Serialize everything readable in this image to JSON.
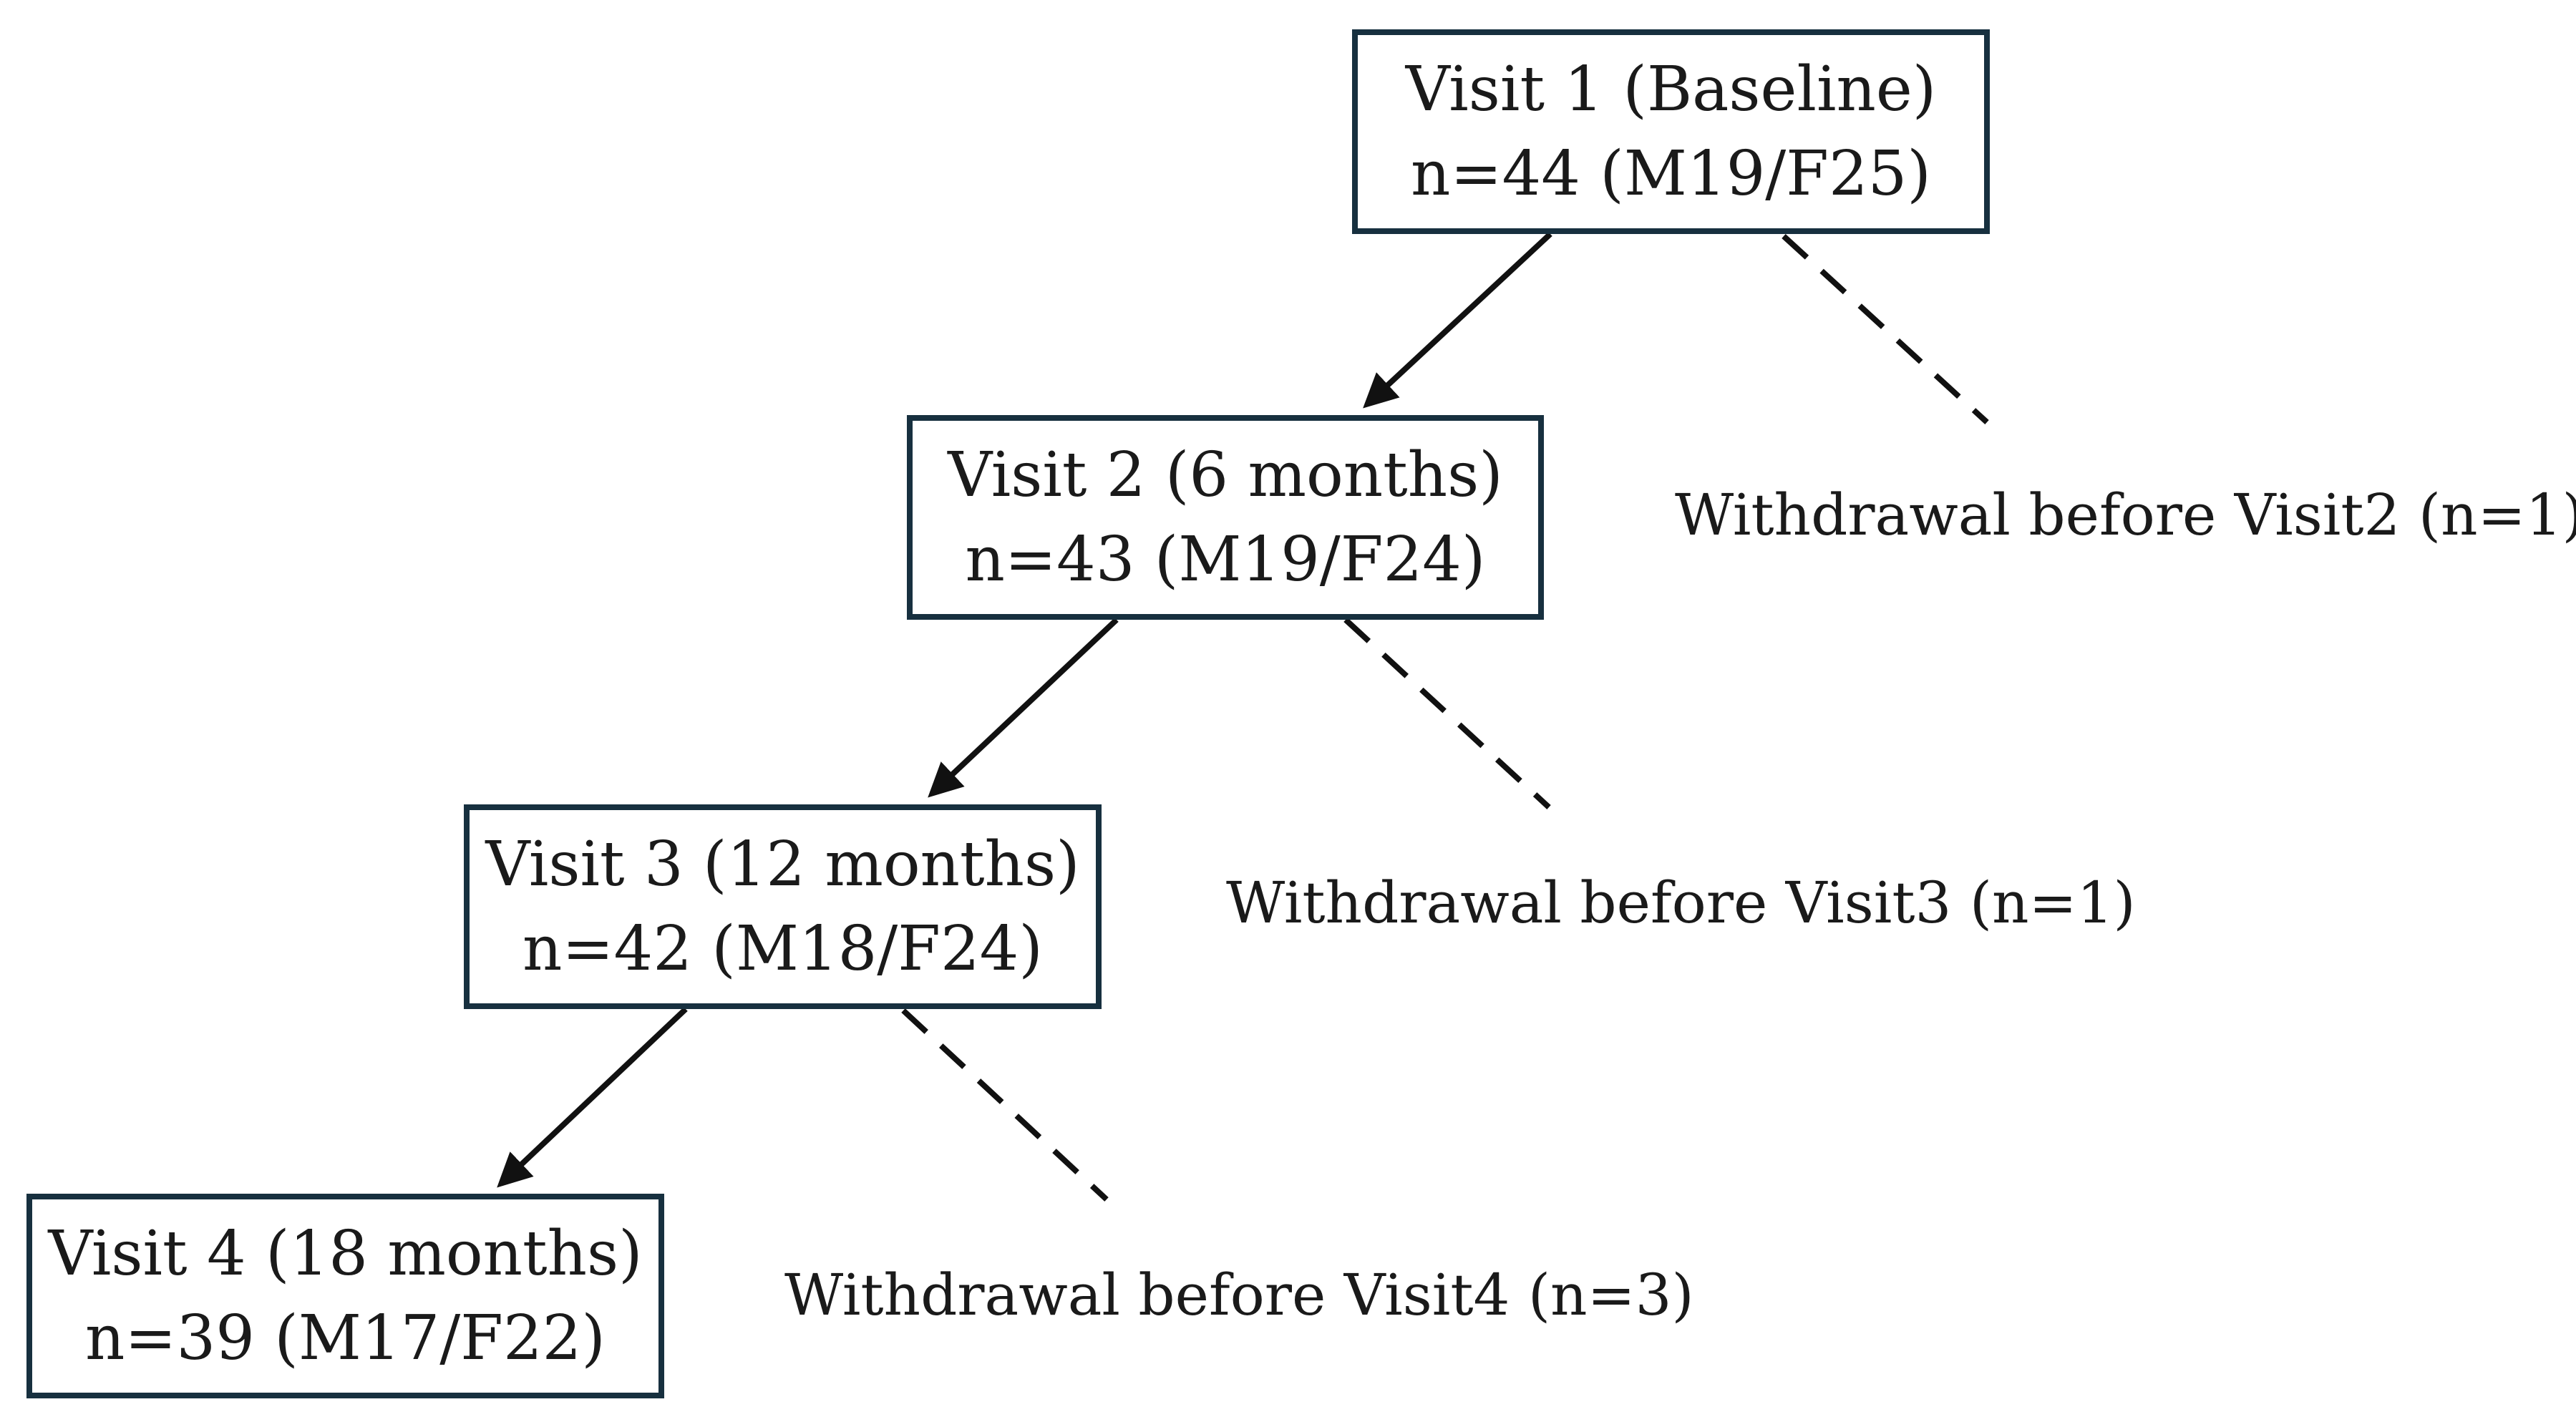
{
  "visits": [
    {
      "title": "Visit 1 (Baseline)",
      "count": "n=44 (M19/F25)"
    },
    {
      "title": "Visit 2 (6 months)",
      "count": "n=43 (M19/F24)"
    },
    {
      "title": "Visit 3 (12 months)",
      "count": "n=42 (M18/F24)"
    },
    {
      "title": "Visit 4 (18 months)",
      "count": "n=39 (M17/F22)"
    }
  ],
  "withdrawals": [
    {
      "label": "Withdrawal before Visit2 (n=1)"
    },
    {
      "label": "Withdrawal before Visit3 (n=1)"
    },
    {
      "label": "Withdrawal before Visit4 (n=3)"
    }
  ],
  "colors": {
    "box_border": "#17303f",
    "connector": "#111111",
    "text": "#1a1a1a"
  }
}
